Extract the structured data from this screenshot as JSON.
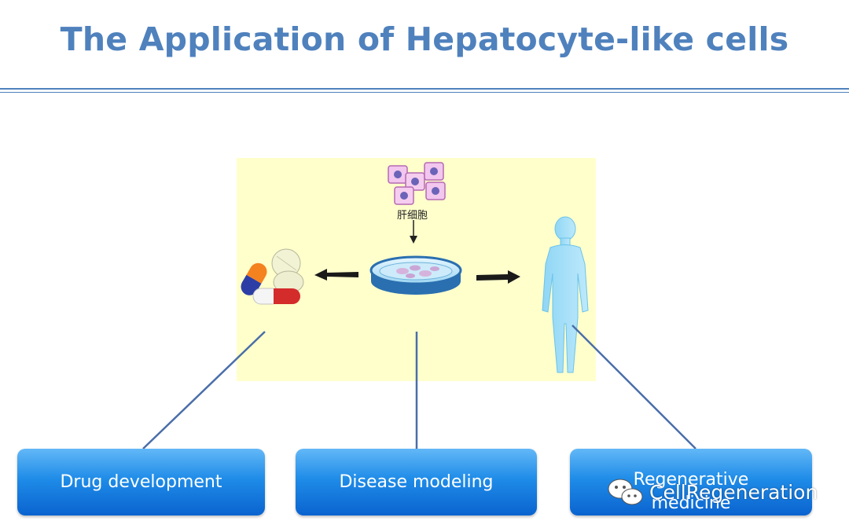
{
  "slide": {
    "title": "The Application of Hepatocyte-like cells"
  },
  "figure": {
    "cell_label": "肝细胞"
  },
  "boxes": [
    {
      "label": "Drug development"
    },
    {
      "label": "Disease modeling"
    },
    {
      "label": "Regenerative medicine"
    }
  ],
  "watermark": {
    "text": "CellRegeneration"
  },
  "colors": {
    "title": "#4f81bd",
    "panel": "#ffffcc",
    "box": "#1f8ce8",
    "connector": "#4a6ea9"
  }
}
